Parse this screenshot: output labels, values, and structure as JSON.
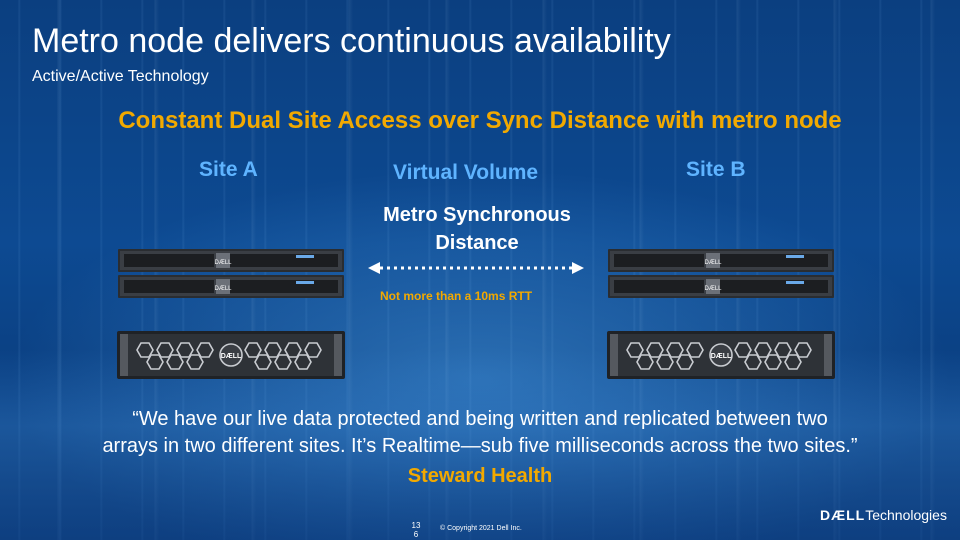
{
  "slide": {
    "title": "Metro node delivers continuous availability",
    "subtitle": "Active/Active Technology",
    "heading": "Constant Dual Site Access over Sync Distance with metro node",
    "site_a": "Site A",
    "site_b": "Site B",
    "virtual_volume": "Virtual Volume",
    "metro_line1": "Metro Synchronous",
    "metro_line2": "Distance",
    "rtt_note": "Not more than a 10ms RTT",
    "quote_line1": "“We have our live data protected and being written and replicated between two",
    "quote_line2": "arrays in two different sites. It’s Realtime—sub five milliseconds across the two sites.”",
    "attribution": "Steward Health",
    "page_number_top": "13",
    "page_number_bottom": "6",
    "copyright": "© Copyright 2021 Dell Inc.",
    "logo_brand": "DÆLL",
    "logo_suffix": "Technologies",
    "server_badge": "DÆLL",
    "array_badge": "DÆLL"
  },
  "colors": {
    "accent_orange": "#f2a900",
    "site_blue": "#5fb4ff",
    "text_white": "#ffffff"
  },
  "icons": [
    "double-arrow-icon",
    "rack-server-icon",
    "storage-array-icon"
  ]
}
